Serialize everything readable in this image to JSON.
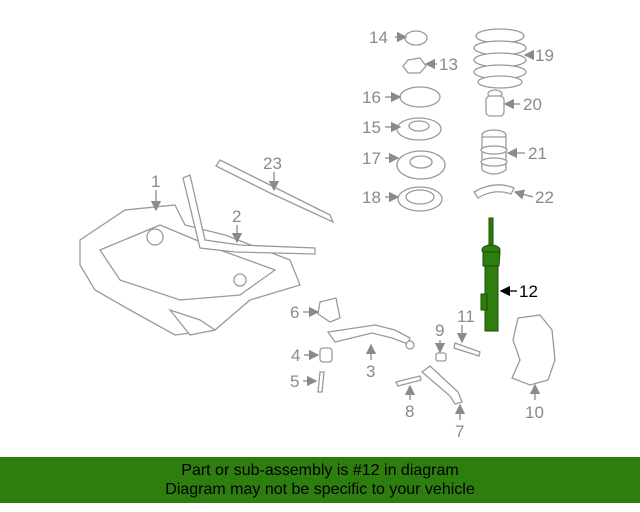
{
  "callouts": {
    "c1": "1",
    "c2": "2",
    "c3": "3",
    "c4": "4",
    "c5": "5",
    "c6": "6",
    "c7": "7",
    "c8": "8",
    "c9": "9",
    "c10": "10",
    "c11": "11",
    "c12": "12",
    "c13": "13",
    "c14": "14",
    "c15": "15",
    "c16": "16",
    "c17": "17",
    "c18": "18",
    "c19": "19",
    "c20": "20",
    "c21": "21",
    "c22": "22",
    "c23": "23"
  },
  "highlight": {
    "part_number": "12",
    "color": "#2e7d0f"
  },
  "banner": {
    "line1": "Part or sub-assembly is #12 in diagram",
    "line2": "Diagram may not be specific to your vehicle",
    "background": "#2e7d0f"
  }
}
